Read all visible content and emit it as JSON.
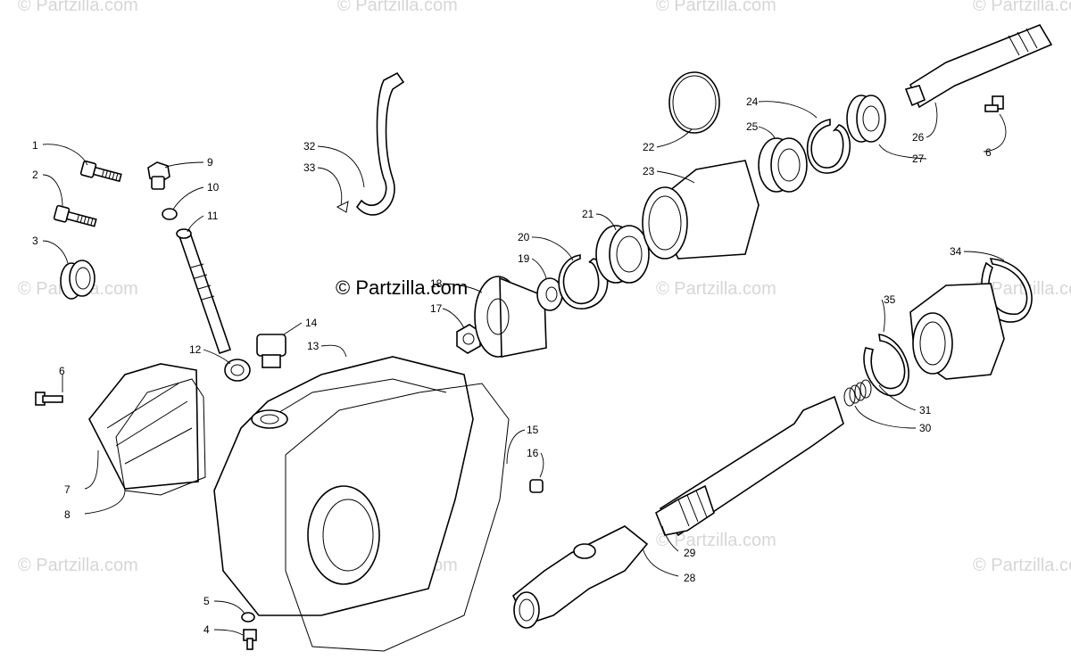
{
  "brand": "© Partzilla.com",
  "watermark": "© Partzilla.com",
  "callouts": [
    "1",
    "2",
    "3",
    "4",
    "5",
    "6",
    "6",
    "7",
    "8",
    "9",
    "10",
    "11",
    "12",
    "13",
    "14",
    "15",
    "16",
    "17",
    "18",
    "19",
    "20",
    "21",
    "22",
    "23",
    "24",
    "25",
    "26",
    "27",
    "28",
    "29",
    "30",
    "31",
    "32",
    "33",
    "34",
    "35"
  ]
}
